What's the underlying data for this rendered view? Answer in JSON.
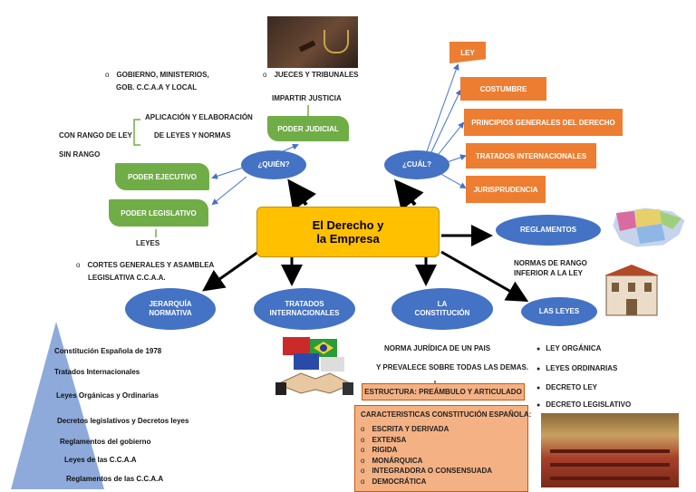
{
  "center": {
    "line1": "El Derecho y",
    "line2": "la Empresa"
  },
  "quien": {
    "label": "¿QUIÉN?",
    "poder_ejecutivo": "PODER EJECUTIVO",
    "poder_legislativo": "PODER LEGISLATIVO",
    "poder_judicial": "PODER JUDICIAL",
    "gobierno_line1": "GOBIERNO, MINISTERIOS,",
    "gobierno_line2": "GOB. C.C.A.A Y LOCAL",
    "jueces": "JUECES Y TRIBUNALES",
    "impartir": "IMPARTIR JUSTICIA",
    "aplicacion": "APLICACIÓN Y ELABORACIÓN",
    "de_leyes": "DE LEYES Y NORMAS",
    "con_rango": "CON RANGO DE LEY",
    "sin_rango": "SIN RANGO",
    "leyes": "LEYES",
    "cortes_line1": "CORTES GENERALES Y ASAMBLEA",
    "cortes_line2": "LEGISLATIVA C.C.A.A."
  },
  "cual": {
    "label": "¿CUÁL?",
    "items": [
      "LEY",
      "COSTUMBRE",
      "PRINCIPIOS GENERALES DEL DERECHO",
      "TRATADOS INTERNACIONALES",
      "JURISPRUDENCIA"
    ]
  },
  "reglamentos": {
    "label": "REGLAMENTOS",
    "note_line1": "NORMAS DE RANGO",
    "note_line2": "INFERIOR A LA LEY"
  },
  "leyes_oval": {
    "label": "LAS LEYES",
    "items": [
      "LEY ORGÁNICA",
      "LEYES ORDINARIAS",
      "DECRETO LEY",
      "DECRETO LEGISLATIVO"
    ]
  },
  "constitucion": {
    "line1": "LA",
    "line2": "CONSTITUCIÓN",
    "desc_line1": "NORMA JURÍDICA DE UN PAIS",
    "desc_line2": "Y PREVALECE SOBRE TODAS LAS DEMAS.",
    "estructura": "ESTRUCTURA: PREÁMBULO Y ARTICULADO",
    "caracteristicas_title": "CARACTERISTICAS CONSTITUCIÓN ESPAÑOLA:",
    "caracteristicas": [
      "ESCRITA Y DERIVADA",
      "EXTENSA",
      "RIGIDA",
      "MONÁRQUICA",
      "INTEGRADORA O CONSENSUADA",
      "DEMOCRÁTICA"
    ]
  },
  "tratados": {
    "line1": "TRATADOS",
    "line2": "INTERNACIONALES"
  },
  "jerarquia": {
    "line1": "JERARQUÍA",
    "line2": "NORMATIVA",
    "levels": [
      "Constitución Española de 1978",
      "Tratados Internacionales",
      "Leyes Orgánicas y Ordinarias",
      "Decretos legislativos y Decretos leyes",
      "Reglamentos del gobierno",
      "Leyes de las C.C.A.A",
      "Reglamentos de las C.C.A.A"
    ]
  },
  "colors": {
    "green": "#70ad47",
    "blue": "#4472c4",
    "orange": "#ed7d31",
    "center": "#ffc000",
    "salmon": "#f4b183"
  }
}
